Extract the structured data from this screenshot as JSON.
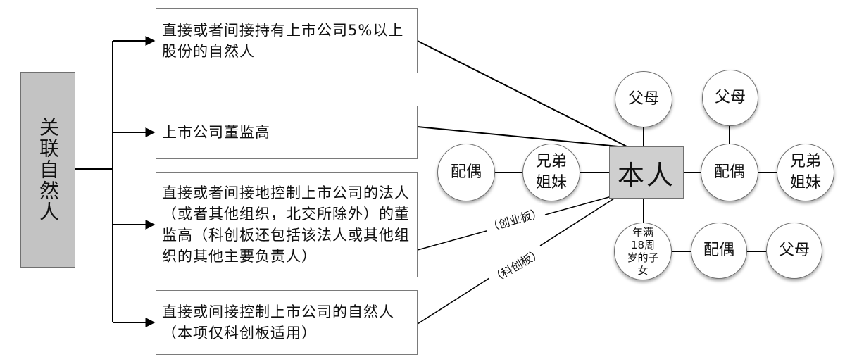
{
  "root": "关联自然人",
  "boxes": [
    "直接或者间接持有上市公司5%以上股份的自然人",
    "上市公司董监高",
    "直接或者间接地控制上市公司的法人（或者其他组织，北交所除外）的董监高（科创板还包括该法人或其他组织的其他主要负责人）",
    "直接或间接控制上市公司的自然人（本项仅科创板适用）"
  ],
  "self": "本人",
  "relatives": {
    "parents_self": "父母",
    "spouse_self": "配偶",
    "parents_of_spouse": "父母",
    "siblings_self": "兄弟姐妹",
    "spouse_of_sibling": "配偶",
    "siblings_of_spouse": "兄弟姐妹",
    "adult_child": "年满18周岁的子女",
    "spouse_of_child": "配偶",
    "parents_of_child_spouse": "父母"
  },
  "notes": {
    "chuangye": "（创业板）",
    "kechuang": "（科创板）"
  },
  "colors": {
    "root_fill": "#c3c3c3",
    "self_fill": "#cfcfcf",
    "line": "#000000",
    "border": "#7a7a7a"
  }
}
